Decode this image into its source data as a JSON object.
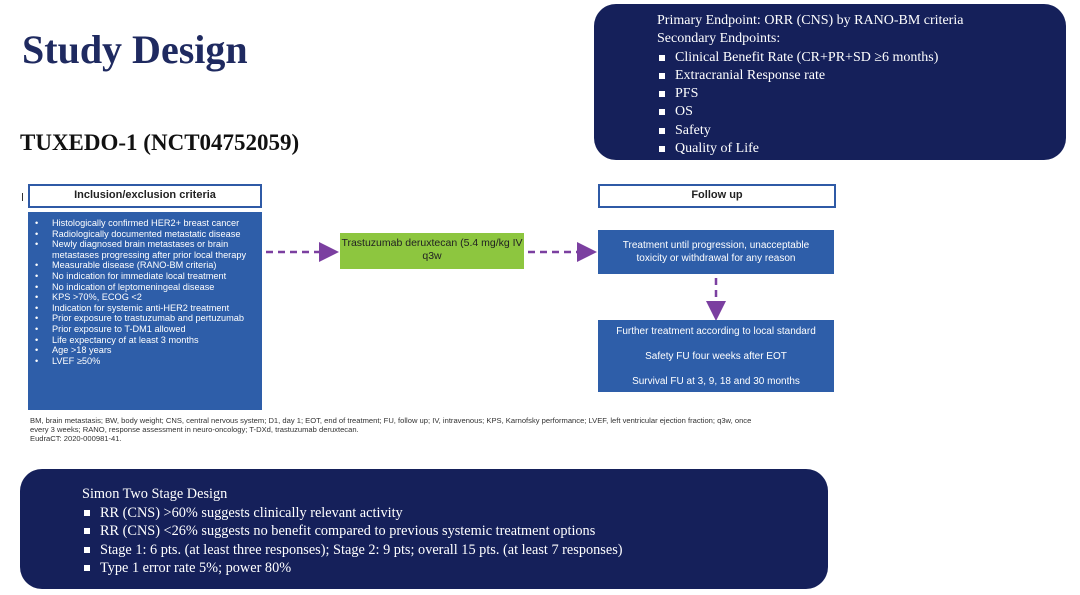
{
  "title": "Study Design",
  "subtitle": "TUXEDO-1 (NCT04752059)",
  "endpoints": {
    "primary": "Primary Endpoint: ORR (CNS) by RANO-BM criteria",
    "secondary_heading": "Secondary Endpoints:",
    "secondary": [
      "Clinical Benefit Rate (CR+PR+SD ≥6 months)",
      "Extracranial Response rate",
      "PFS",
      "OS",
      "Safety",
      "Quality of Life"
    ]
  },
  "diagram": {
    "inclusion_header": "Inclusion/exclusion criteria",
    "criteria": [
      "Histologically confirmed HER2+ breast cancer",
      "Radiologically documented metastatic disease",
      "Newly diagnosed brain metastases or brain metastases progressing after prior local therapy",
      "Measurable disease (RANO-BM criteria)",
      "No indication for immediate local treatment",
      "No indication of leptomeningeal disease",
      "KPS >70%, ECOG <2",
      "Indication for systemic anti-HER2 treatment",
      "Prior exposure to trastuzumab and pertuzumab",
      "Prior exposure to T-DM1 allowed",
      "Life expectancy of at least 3 months",
      "Age >18 years",
      "LVEF ≥50%"
    ],
    "treatment": "Trastuzumab deruxtecan (5.4 mg/kg IV q3w",
    "followup_header": "Follow up",
    "followup_text": "Treatment until progression, unacceptable toxicity or withdrawal for any reason",
    "further": [
      "Further treatment according to local standard",
      "Safety FU four weeks after EOT",
      "Survival FU at 3, 9, 18 and 30 months"
    ],
    "footnote": "BM, brain metastasis; BW, body weight; CNS, central nervous system; D1, day 1; EOT, end of treatment; FU, follow up; IV, intravenous; KPS, Karnofsky performance; LVEF, left ventricular ejection fraction; q3w, once every 3 weeks; RANO, response assessment in neuro-oncology; T-DXd, trastuzumab deruxtecan.",
    "eudract": "EudraCT: 2020-000981-41."
  },
  "simon": {
    "heading": "Simon Two Stage Design",
    "items": [
      "RR (CNS) >60% suggests clinically relevant activity",
      "RR (CNS) <26% suggests no benefit compared to previous systemic treatment options",
      "Stage  1: 6 pts. (at least three responses); Stage 2: 9 pts; overall 15 pts. (at least 7 responses)",
      "Type 1 error  rate 5%; power 80%"
    ]
  },
  "colors": {
    "navy": "#15205a",
    "blue": "#2e5ea9",
    "green": "#8dc63f",
    "arrow": "#7b3fa0"
  }
}
